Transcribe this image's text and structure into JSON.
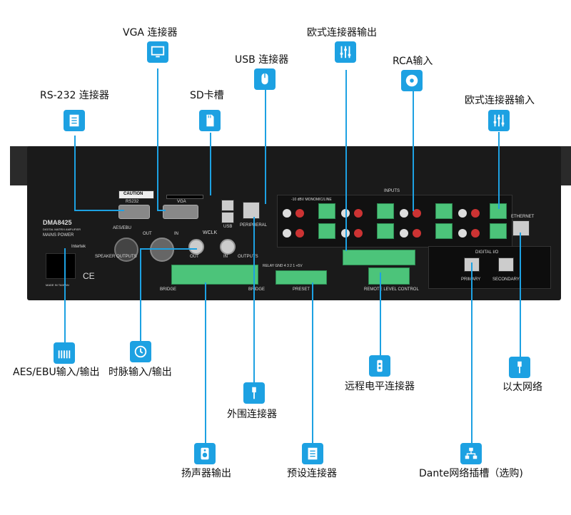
{
  "callouts": {
    "vga": "VGA 连接器",
    "usb": "USB 连接器",
    "euro_out": "欧式连接器输出",
    "rca_in": "RCA输入",
    "rs232": "RS-232 连接器",
    "sd": "SD卡槽",
    "euro_in": "欧式连接器输入",
    "aes": "AES/EBU输入/输出",
    "wclk": "时脉输入/输出",
    "remote": "远程电平连接器",
    "ethernet": "以太网络",
    "peripheral": "外围连接器",
    "speaker": "扬声器输出",
    "preset": "预设连接器",
    "dante": "Dante网络插槽（选购)"
  },
  "device": {
    "model": "DMA8425",
    "subtitle": "DIGITAL MATRIX AMPLIFIER",
    "mains": "MAINS POWER",
    "caution": "CAUTION",
    "rs232_port": "RS232",
    "vga_port": "VGA",
    "usb_port": "USB",
    "peripheral_port": "PERIPHERAL",
    "aes_label": "AES/EBU",
    "out": "OUT",
    "in": "IN",
    "wclk": "WCLK",
    "inputs": "INPUTS",
    "outputs": "OUTPUTS",
    "ethernet": "ETHERNET",
    "digital_io": "DIGITAL I/O",
    "primary": "PRIMARY",
    "secondary": "SECONDARY",
    "bridge": "BRIDGE",
    "preset": "PRESET",
    "remote_level": "REMOTE LEVEL CONTROL",
    "relay": "RELAY GND 4  3  2  1  +5V",
    "speaker_outputs": "SPEAKER OUTPUTS",
    "made_in": "MADE IN TAIWAN",
    "intertek": "Intertek",
    "ce": "CE",
    "mic_line": "MIC/LINE",
    "mono": "-10 dBV MONO"
  },
  "icons": [
    "monitor-icon",
    "mouse-icon",
    "mixer-icon",
    "disc-icon",
    "list-icon",
    "sd-card-icon",
    "mixer-icon",
    "bars-icon",
    "clock-icon",
    "switch-icon",
    "plug-icon",
    "plug-icon",
    "speaker-icon",
    "list-icon",
    "network-icon"
  ],
  "colors": {
    "accent": "#1da1e2",
    "device": "#1a1a1a",
    "terminal": "#4cc47a"
  }
}
